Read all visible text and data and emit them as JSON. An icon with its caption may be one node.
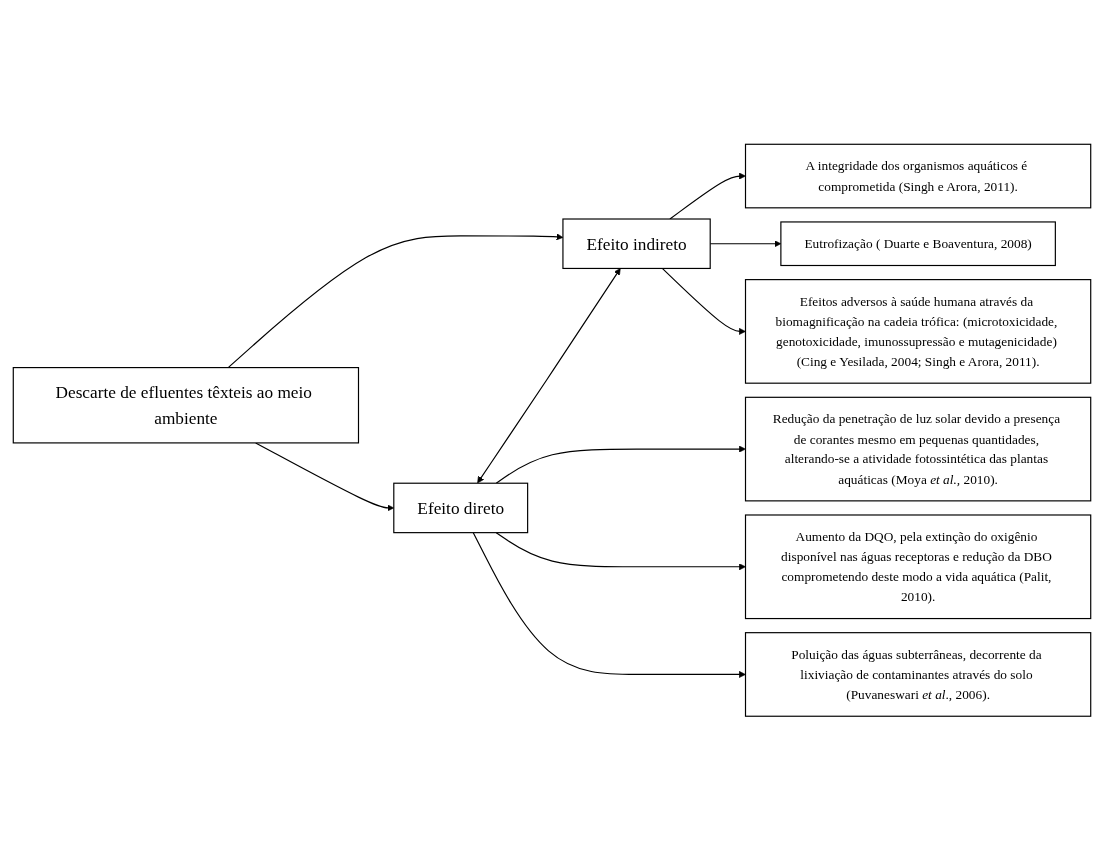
{
  "diagram": {
    "nodes": [
      {
        "text": [
          "Descarte de efluentes têxteis ao meio ambiente"
        ]
      },
      {
        "text": [
          "Efeito direto"
        ]
      },
      {
        "text": [
          "Efeito indireto"
        ]
      },
      {
        "text": [
          "Redução da penetração de luz solar devido a presença de corantes mesmo em pequenas quantidades, alterando-se a atividade fotossintética das plantas aquáticas (Moya *et al.,* 2010)."
        ]
      },
      {
        "text": [
          "Aumento da DQO, pela extinção do oxigênio disponível nas águas receptoras e redução da DBO comprometendo deste modo a vida aquática (Palit, 2010)."
        ]
      },
      {
        "text": [
          "Poluição das águas subterrâneas, decorrente da lixiviação de contaminantes através do solo (Puvaneswari *et al*., 2006)."
        ]
      },
      {
        "text": [
          "A integridade dos organismos aquáticos é comprometida (Singh e Arora, 2011)."
        ]
      },
      {
        "text": [
          "Eutrofização ( Duarte e Boaventura, 2008)"
        ]
      },
      {
        "text": [
          "Efeitos adversos à saúde humana através da biomagnificação na cadeia trófica: (microtoxicidade, genotoxicidade, imunossupressão e mutagenicidade) (Cing e Yesilada, 2004; Singh e Arora, 2011)."
        ]
      }
    ],
    "edges": [
      {
        "from": 0,
        "to": 1,
        "arrow": "to"
      },
      {
        "from": 0,
        "to": 2,
        "arrow": "to"
      },
      {
        "from": 1,
        "to": 2,
        "arrow": "both"
      },
      {
        "from": 1,
        "to": 3,
        "arrow": "to"
      },
      {
        "from": 1,
        "to": 4,
        "arrow": "to"
      },
      {
        "from": 1,
        "to": 5,
        "arrow": "to"
      },
      {
        "from": 2,
        "to": 6,
        "arrow": "to"
      },
      {
        "from": 2,
        "to": 7,
        "arrow": "to"
      },
      {
        "from": 2,
        "to": 8,
        "arrow": "to"
      }
    ]
  }
}
